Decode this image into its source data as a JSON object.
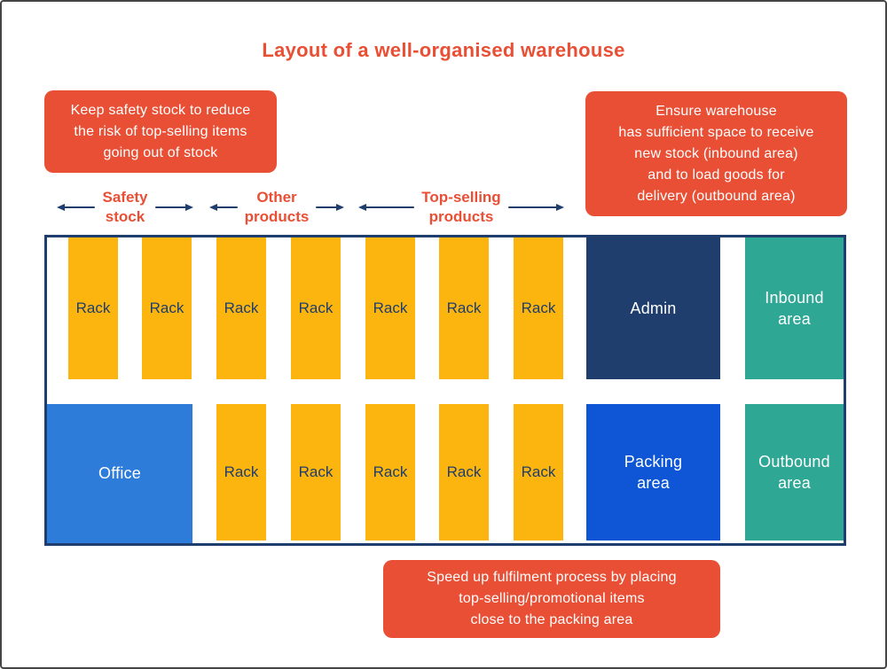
{
  "title": "Layout of a well-organised warehouse",
  "notes": {
    "left": "Keep safety stock to reduce\nthe risk of top-selling items\ngoing out of stock",
    "right": "Ensure warehouse\nhas sufficient space to receive\nnew stock (inbound area)\nand to load goods for\ndelivery (outbound area)",
    "bottom": "Speed up fulfilment process by placing\ntop-selling/promotional items\nclose to the packing area"
  },
  "zone_labels": [
    {
      "label": "Safety\nstock"
    },
    {
      "label": "Other\nproducts"
    },
    {
      "label": "Top-selling\nproducts"
    }
  ],
  "warehouse": {
    "top_row": {
      "racks": [
        "Rack",
        "Rack",
        "Rack",
        "Rack",
        "Rack",
        "Rack",
        "Rack"
      ],
      "admin": "Admin",
      "inbound": "Inbound\narea"
    },
    "bottom_row": {
      "office": "Office",
      "racks": [
        "Rack",
        "Rack",
        "Rack",
        "Rack",
        "Rack"
      ],
      "packing": "Packing\narea",
      "outbound": "Outbound\narea"
    }
  },
  "colors": {
    "accent_orange": "#E94F35",
    "rack_yellow": "#FCB40E",
    "navy": "#1F3E6D",
    "teal": "#2EA794",
    "office_blue": "#2E7CD9",
    "packing_blue": "#0E56D6",
    "frame_gray": "#454545"
  }
}
